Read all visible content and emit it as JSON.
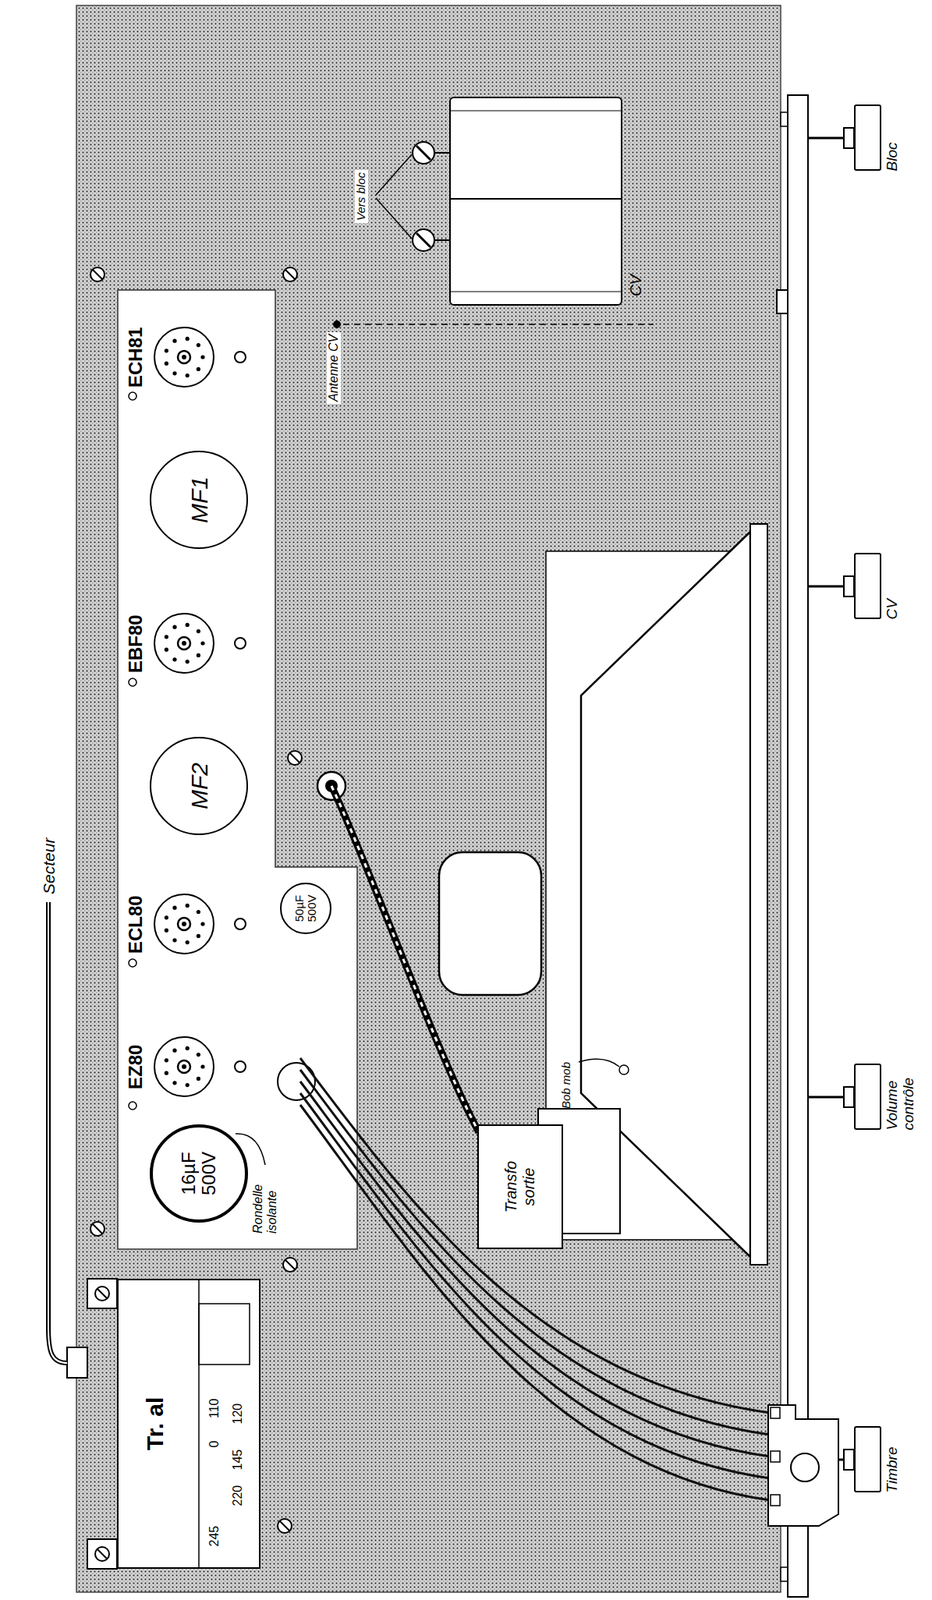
{
  "diagram": {
    "nodes": [
      {
        "text": [
          "Tr. al",
          "245",
          "220",
          "145",
          "120",
          "0",
          "110"
        ]
      },
      {
        "text": [
          "16µF 500V"
        ]
      },
      {
        "text": [
          "EZ80"
        ]
      },
      {
        "text": [
          "ECL80"
        ]
      },
      {
        "text": [
          "MF2"
        ]
      },
      {
        "text": [
          "EBF80"
        ]
      },
      {
        "text": [
          "MF1"
        ]
      },
      {
        "text": [
          "ECH81"
        ]
      },
      {
        "text": [
          "50µF 500V"
        ]
      },
      {
        "text": [
          "Transfo sortie"
        ]
      },
      {
        "text": [
          "CV"
        ]
      },
      {
        "text": [
          "Timbre"
        ]
      },
      {
        "text": [
          "Volume contrôle"
        ]
      },
      {
        "text": [
          "CV"
        ]
      },
      {
        "text": [
          "Bloc"
        ]
      }
    ],
    "labels": [
      "Secteur",
      "Rondelle isolante",
      "Bob mob",
      "Antenne CV",
      "Vers bloc"
    ]
  }
}
